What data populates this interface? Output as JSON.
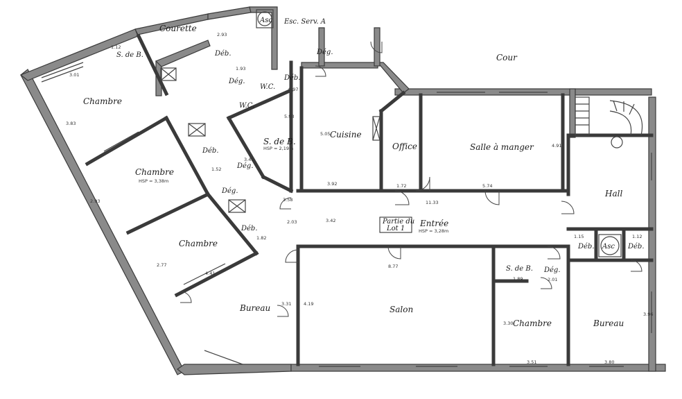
{
  "labels": {
    "courette": "Courette",
    "cour": "Cour",
    "esc_serv": "Esc. Serv. A",
    "asc_top": "Asc",
    "deg_top": "Dég.",
    "deb_top": "Déb.",
    "sdb_top": "S. de B.",
    "chambre_1": "Chambre",
    "chambre_2": "Chambre",
    "chambre_2_area": "HSP = 3,38m",
    "chambre_3": "Chambre",
    "deb_mid": "Déb.",
    "deg_mid1": "Dég.",
    "deg_mid2": "Dég.",
    "deb_low": "Déb.",
    "deg_upper": "Dég.",
    "wc_1": "W.C.",
    "wc_2": "W.C.",
    "deb_wc": "Déb.",
    "sdb_mid": "S. de B.",
    "sdb_mid_area": "HSP = 2,19m",
    "cuisine": "Cuisine",
    "office": "Office",
    "salle_a_manger": "Salle à manger",
    "hall": "Hall",
    "partie_lot_line1": "Partie du",
    "partie_lot_line2": "Lot 1",
    "entree": "Entrée",
    "entree_area": "HSP = 3,28m",
    "bureau_left": "Bureau",
    "salon": "Salon",
    "sdb_low": "S. de B.",
    "deg_low": "Dég.",
    "chambre_low": "Chambre",
    "bureau_right": "Bureau",
    "deb_right1": "Déb.",
    "asc_right": "Asc",
    "deb_right2": "Déb."
  },
  "dimensions": {
    "d1": "1.12",
    "d2": "2.93",
    "d3": "3.01",
    "d4": "3.83",
    "d5": "2.93",
    "d6": "1.93",
    "d7": "5.93",
    "d8": "3.45",
    "d9": "3.58",
    "d10": "5.05",
    "d11": "0.97",
    "d12": "1.52",
    "d13": "1.82",
    "d14": "4.91",
    "d15": "3.92",
    "d16": "3.42",
    "d17": "11.33",
    "d18": "5.74",
    "d19": "1.72",
    "d20": "2.03",
    "d21": "8.77",
    "d22": "1.15",
    "d23": "1.12",
    "d24": "1.89",
    "d25": "3.96",
    "d26": "3.30",
    "d27": "3.51",
    "d28": "3.80",
    "d29": "4.19",
    "d30": "3.31",
    "d31": "2.77",
    "d32": "4.41",
    "d33": "2.01"
  }
}
